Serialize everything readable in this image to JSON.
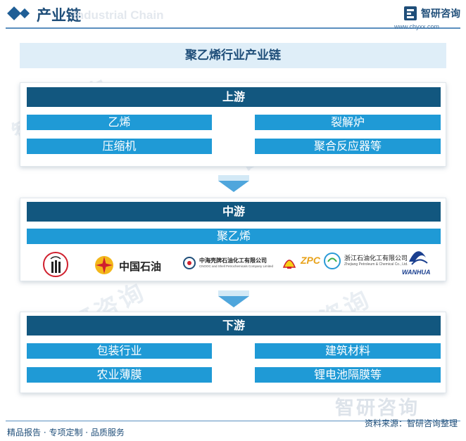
{
  "header": {
    "title": "产业链",
    "ghost_text": "Industrial Chain",
    "brand_name": "智研咨询",
    "brand_site": "www.chyxx.com"
  },
  "main_title": "聚乙烯行业产业链",
  "upstream": {
    "heading": "上游",
    "items": [
      "乙烯",
      "裂解炉",
      "压缩机",
      "聚合反应器等"
    ]
  },
  "midstream": {
    "heading": "中游",
    "items": [
      "聚乙烯"
    ],
    "companies": [
      {
        "text": "中国石化",
        "icon": "sinopec-logo"
      },
      {
        "text": "中国石油",
        "icon": "petrochina-logo"
      },
      {
        "text": "中海壳牌石油化工有限公司",
        "subtext": "CNOOC and Shell Petrochemicals Company Limited",
        "icon": "cspc-logo"
      },
      {
        "text": "ZPC",
        "icon": "zpc-logo"
      },
      {
        "text": "浙江石油化工有限公司",
        "subtext": "Zhejiang Petroleum & Chemical Co., Ltd.",
        "icon": "zhejiang-petrochemical-logo"
      },
      {
        "text": "WANHUA",
        "icon": "wanhua-logo"
      }
    ]
  },
  "downstream": {
    "heading": "下游",
    "items": [
      "包装行业",
      "建筑材料",
      "农业薄膜",
      "锂电池隔膜等"
    ]
  },
  "footer": {
    "left": "精品报告 · 专项定制 · 品质服务",
    "source": "资料来源：智研咨询整理",
    "watermark": "智研咨询"
  },
  "colors": {
    "stage_head": "#12577f",
    "item": "#1f9ad6",
    "arrow": "#4fa6dc",
    "title_bg": "#dfeef8",
    "text": "#1f4e79"
  }
}
